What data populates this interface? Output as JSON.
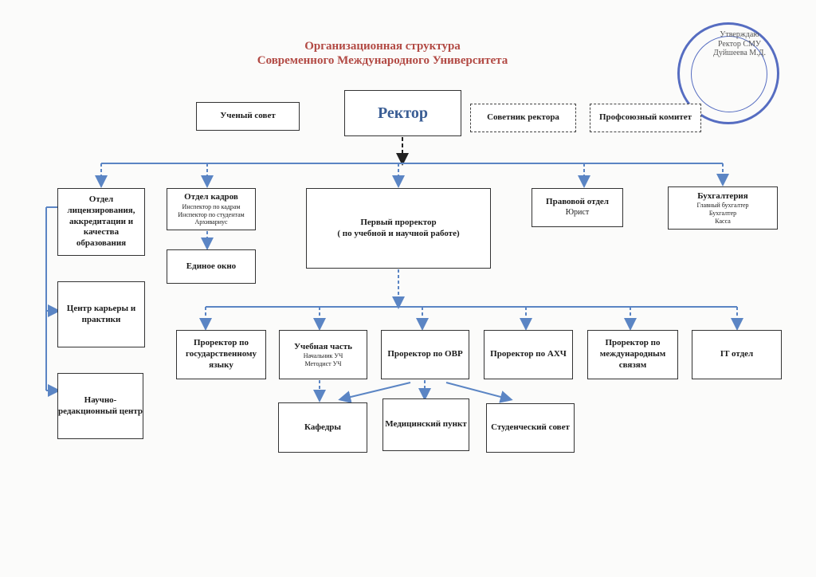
{
  "title": {
    "line1": "Организационная структура",
    "line2": "Современного Международного Университета"
  },
  "approval": {
    "line1": "Утверждаю",
    "line2": "Ректор СМУ",
    "line3": "Дуйшеева М.Д."
  },
  "top": {
    "council": "Ученый совет",
    "rector": "Ректор",
    "advisor": "Советник ректора",
    "union": "Профсоюзный комитет"
  },
  "level1": {
    "licensing": "Отдел лицензирования, аккредитации и качества образования",
    "hr": {
      "title": "Отдел кадров",
      "items": [
        "Инспектор по кадрам",
        "Инспектор по студентам",
        "Архивариус"
      ]
    },
    "single_window": "Единое окно",
    "first_vice": {
      "title": "Первый проректор",
      "subtitle": "( по учебной и научной работе)"
    },
    "legal": {
      "title": "Правовой отдел",
      "items": [
        "Юрист"
      ]
    },
    "accounting": {
      "title": "Бухгалтерия",
      "items": [
        "Главный бухгалтер",
        "Бухгалтер",
        "Касса"
      ]
    },
    "career": "Центр карьеры и практики",
    "publishing": "Научно-редакционный центр"
  },
  "level2": {
    "state_lang": "Проректор по государственному языку",
    "academic": {
      "title": "Учебная часть",
      "items": [
        "Начальник УЧ",
        "Методист УЧ"
      ]
    },
    "ovr": "Проректор по ОВР",
    "ahch": "Проректор по АХЧ",
    "intl": "Проректор по международным связям",
    "it": "IT отдел"
  },
  "level3": {
    "departments": "Кафедры",
    "medical": "Медицинский пункт",
    "student_council": "Студенческий совет"
  }
}
